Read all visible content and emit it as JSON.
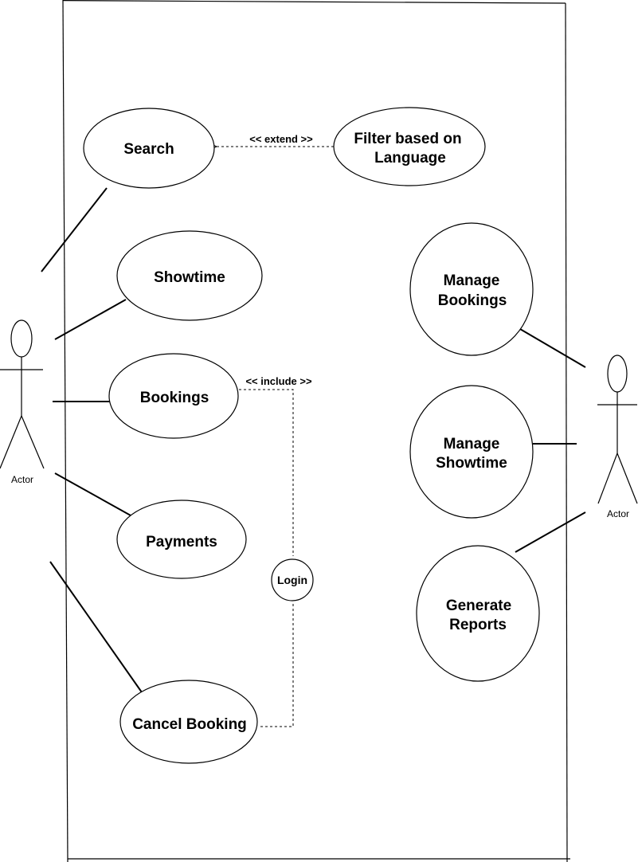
{
  "actors": {
    "customer": {
      "label": "Actor"
    },
    "admin": {
      "label": "Actor"
    }
  },
  "use_cases": {
    "search": {
      "lines": [
        "Search"
      ]
    },
    "filter_language": {
      "lines": [
        "Filter based on",
        "Language"
      ]
    },
    "showtime": {
      "lines": [
        "Showtime"
      ]
    },
    "bookings": {
      "lines": [
        "Bookings"
      ]
    },
    "payments": {
      "lines": [
        "Payments"
      ]
    },
    "login": {
      "lines": [
        "Login"
      ]
    },
    "cancel_booking": {
      "lines": [
        "Cancel Booking"
      ]
    },
    "manage_bookings": {
      "lines": [
        "Manage",
        "Bookings"
      ]
    },
    "manage_showtime": {
      "lines": [
        "Manage",
        "Showtime"
      ]
    },
    "generate_reports": {
      "lines": [
        "Generate",
        "Reports"
      ]
    }
  },
  "relations": {
    "extend": {
      "label": "<< extend >>"
    },
    "include": {
      "label": "<< include >>"
    }
  }
}
